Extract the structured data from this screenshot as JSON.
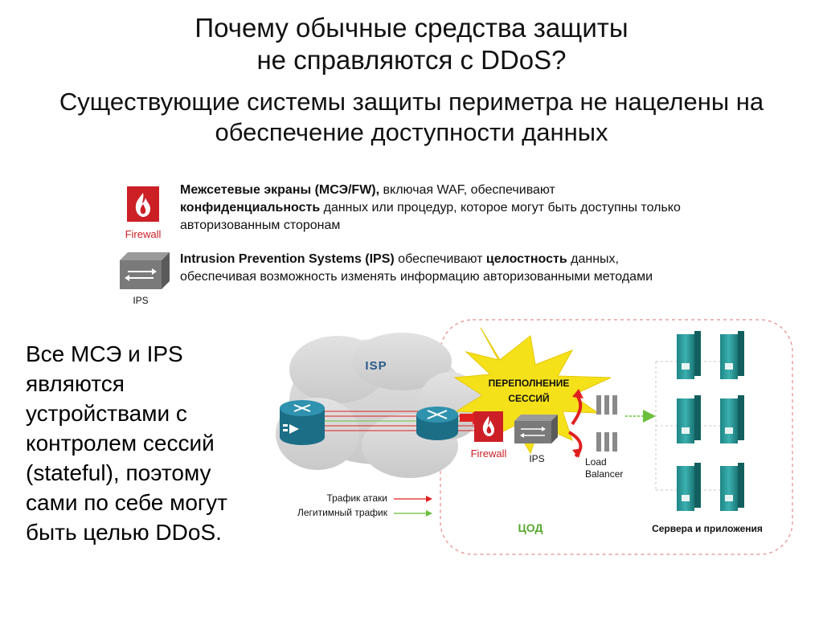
{
  "header": {
    "title_line1": "Почему обычные средства защиты",
    "title_line2": "не справляются с DDoS?",
    "subtitle_line1": "Существующие системы защиты периметра не нацелены на",
    "subtitle_line2": "обеспечение доступности данных"
  },
  "legend_items": {
    "firewall": {
      "icon_label": "Firewall",
      "bold1": "Межсетевые экраны (МСЭ/FW),",
      "text1": " включая WAF, обеспечивают ",
      "bold2": "конфиденциальность",
      "text2": " данных или процедур, которое могут быть доступны только авторизованным сторонам"
    },
    "ips": {
      "icon_label": "IPS",
      "bold1": "Intrusion Prevention Systems (IPS)",
      "text1": " обеспечивают ",
      "bold2": "целостность",
      "text2": " данных, обеспечивая возможность изменять информацию авторизованными методами"
    }
  },
  "left_text": "Все МСЭ и IPS являются устройствами с контролем сессий (stateful), поэтому сами по себе могут быть целью DDoS.",
  "diagram": {
    "isp_label": "ISP",
    "burst_line1": "ПЕРЕПОЛНЕНИЕ",
    "burst_line2": "СЕССИЙ",
    "firewall_label": "Firewall",
    "ips_label": "IPS",
    "lb_line1": "Load",
    "lb_line2": "Balancer",
    "attack_traffic": "Трафик атаки",
    "legit_traffic": "Легитимный трафик",
    "dc_label": "ЦОД",
    "servers_label": "Сервера и приложения",
    "colors": {
      "attack": "#e02020",
      "legit": "#6abf3b",
      "teal": "#2a9a9a",
      "burst": "#f5e11a",
      "dc_border": "#e8a0a0"
    }
  }
}
